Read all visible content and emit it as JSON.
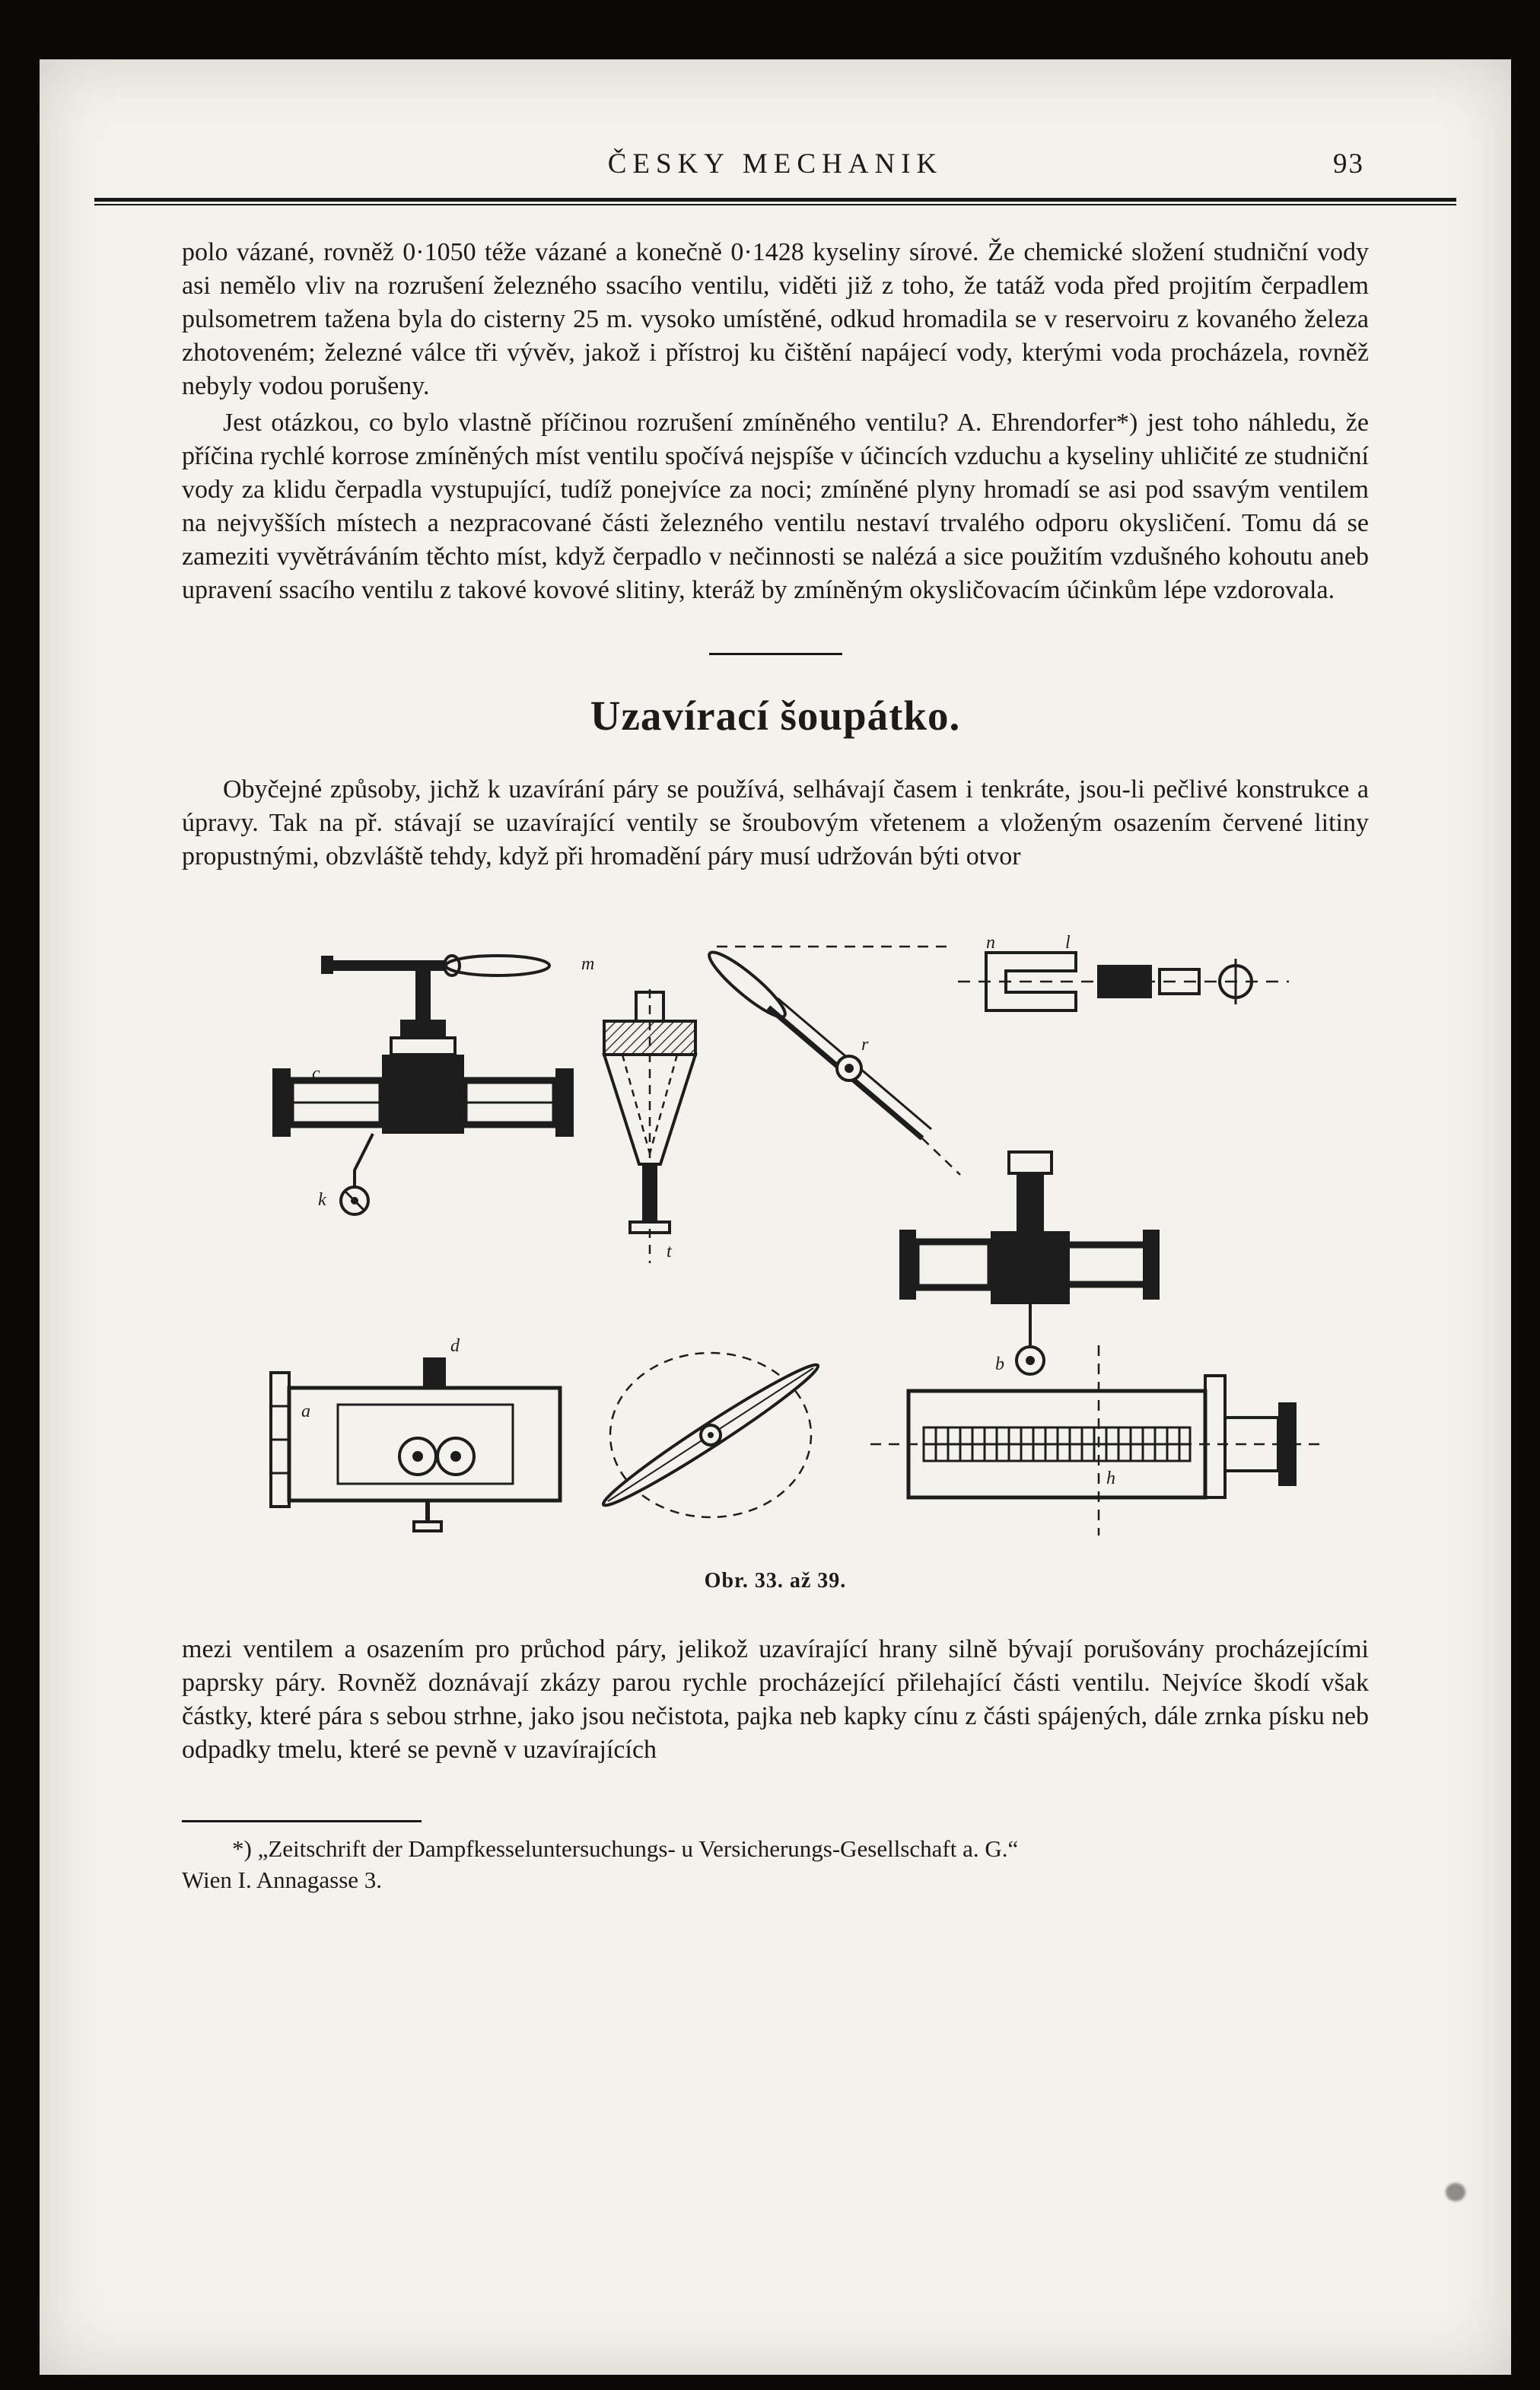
{
  "header": {
    "title": "ČESKY MECHANIK",
    "page_number": "93"
  },
  "article": {
    "paragraph_1": "polo vázané, rovněž 0·1050 téže vázané a konečně 0·1428 kyseliny sírové. Že chemické složení studniční vody asi nemělo vliv na rozrušení železného ssacího ventilu, viděti již z toho, že tatáž voda před projitím čerpadlem pulsometrem tažena byla do cisterny 25 m. vysoko umístěné, odkud hromadila se v reservoiru z kovaného železa zhotoveném; železné válce tři vývěv, jakož i přístroj ku čištění napájecí vody, kterými voda procházela, rovněž nebyly vodou porušeny.",
    "paragraph_2": "Jest otázkou, co bylo vlastně příčinou rozrušení zmíněného ventilu? A. Ehrendorfer*) jest toho náhledu, že příčina rychlé korrose zmíněných míst ventilu spočívá nejspíše v účincích vzduchu a kyseliny uhličité ze studniční vody za klidu čerpadla vystupující, tudíž ponejvíce za noci; zmíněné plyny hromadí se asi pod ssavým ventilem na nejvyšších místech a nezpracované části železného ventilu nestaví trvalého odporu okysličení. Tomu dá se zameziti vyvětráváním těchto míst, když čerpadlo v nečinnosti se nalézá a sice použitím vzdušného kohoutu aneb upravení ssacího ventilu z takové kovové slitiny, kteráž by zmíněným okysličovacím účinkům lépe vzdorovala."
  },
  "section": {
    "heading": "Uzavírací šoupátko.",
    "paragraph_1": "Obyčejné způsoby, jichž k uzavírání páry se používá, selhávají časem i tenkráte, jsou-li pečlivé konstrukce a úpravy. Tak na př. stávají se uzavírající ventily se šroubovým vřetenem a vloženým osazením červené litiny propustnými, obzvláště tehdy, když při hromadění páry musí udržován býti otvor",
    "paragraph_2": "mezi ventilem a osazením pro průchod páry, jelikož uzavírající hrany silně bývají porušovány procházejícími paprsky páry. Rovněž doznávají zkázy parou rychle procházející přilehající části ventilu. Nejvíce škodí však částky, které pára s sebou strhne, jako jsou nečistota, pajka neb kapky cínu z části spájených, dále zrnka písku neb odpadky tmelu, které se pevně v uzavírajících"
  },
  "figure": {
    "caption": "Obr. 33. až 39.",
    "labels": [
      "m",
      "c",
      "k",
      "t",
      "n",
      "l",
      "r",
      "a",
      "d",
      "b",
      "h"
    ]
  },
  "footnote": {
    "line_1": "*) „Zeitschrift der Dampfkesseluntersuchungs- u Versicherungs-Gesellschaft a. G.“",
    "line_2": "Wien I. Annagasse 3."
  }
}
